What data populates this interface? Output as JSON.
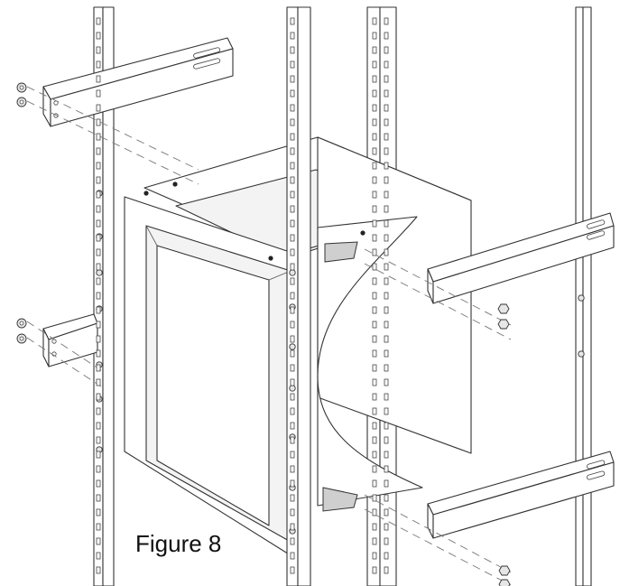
{
  "figure": {
    "caption": "Figure 8"
  },
  "colors": {
    "line": "#333333",
    "background": "#ffffff"
  },
  "icons": [
    "front-rack-rail",
    "rear-rack-rail",
    "mounting-bracket",
    "rack-mount-enclosure",
    "screw",
    "nut",
    "washer"
  ]
}
